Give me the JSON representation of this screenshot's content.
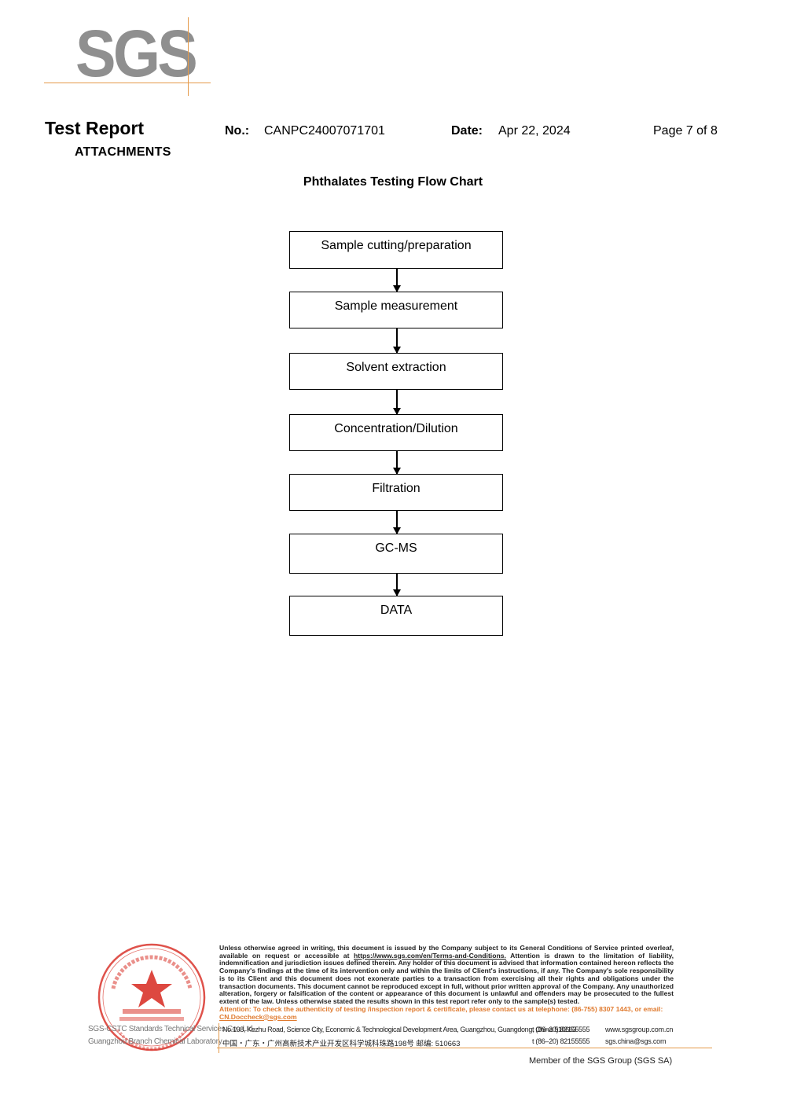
{
  "logo": {
    "text": "SGS"
  },
  "header": {
    "title": "Test Report",
    "section": "ATTACHMENTS",
    "no_label": "No.:",
    "no_value": "CANPC24007071701",
    "date_label": "Date:",
    "date_value": "Apr 22, 2024",
    "page": "Page 7 of 8"
  },
  "flow_chart": {
    "title": "Phthalates Testing Flow Chart",
    "steps": [
      "Sample cutting/preparation",
      "Sample measurement",
      "Solvent extraction",
      "Concentration/Dilution",
      "Filtration",
      "GC-MS",
      "DATA"
    ]
  },
  "footer": {
    "disclaimer_pre": "Unless otherwise agreed in writing, this document is issued by the Company subject to its General Conditions of Service printed overleaf, available on request or accessible at",
    "disclaimer_link": "https://www.sgs.com/en/Terms-and-Conditions.",
    "disclaimer_post": "Attention is drawn to the limitation of liability, indemnification and jurisdiction issues defined therein. Any holder of this document is advised that information contained hereon reflects the Company's findings at the time of its intervention only and within the limits of Client's instructions, if any. The Company's sole responsibility is to its Client and this document does not exonerate parties to a transaction from exercising all their rights and obligations under the transaction documents. This document cannot be reproduced except in full, without prior written approval of the Company. Any unauthorized alteration, forgery or falsification of the content or appearance of this document is unlawful and offenders may be prosecuted to the fullest extent of the law. Unless otherwise stated the results shown in this test report refer only to the sample(s) tested.",
    "attention_text": "Attention: To check the authenticity of testing /inspection report & certificate, please contact us at telephone: (86-755) 8307 1443, or email:",
    "attention_email": "CN.Doccheck@sgs.com",
    "company_name_line1": "SGS-CSTC Standards Technical Services Co., Ltd.",
    "company_name_line2": "Guangzhou Branch Chemical Laboratory.",
    "address_en": "No.198, Kezhu Road, Science City, Economic & Technological Development Area, Guangzhou, Guangdong, China 510663",
    "address_cn": "中国・广东・广州高新技术产业开发区科学城科珠路198号    邮编: 510663",
    "tel_1": "t (86–20) 82155555",
    "tel_2": "t (86–20) 82155555",
    "website": "www.sgsgroup.com.cn",
    "email": "sgs.china@sgs.com",
    "member": "Member of the SGS Group (SGS SA)"
  },
  "colors": {
    "logo_gray": "#8f8f8f",
    "accent_orange": "#e59a4a",
    "attention_orange": "#e07a2e",
    "stamp_red": "#d9342b"
  }
}
